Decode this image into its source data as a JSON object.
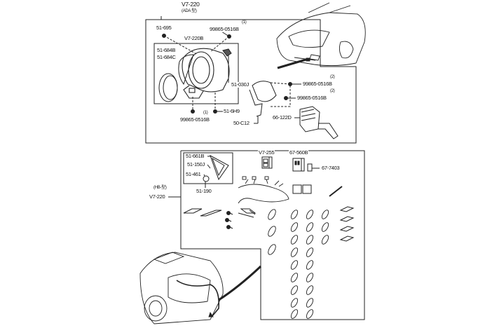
{
  "diagram": {
    "type": "exploded parts diagram",
    "top_group": {
      "kit_code": "V7-220",
      "kit_note": "(ADA 型)",
      "parts": [
        {
          "code": "51-695"
        },
        {
          "code": "99865-0516B",
          "qty": "(1)"
        },
        {
          "code": "V7-220B"
        },
        {
          "code": "51-684B"
        },
        {
          "code": "51-684C"
        },
        {
          "code": "51-030J"
        },
        {
          "code": "51-6H9"
        },
        {
          "code": "99865-0516B",
          "qty": "(1)"
        },
        {
          "code": "50-C12"
        },
        {
          "code": "99865-0516B",
          "qty": "(2)"
        },
        {
          "code": "99865-0516B",
          "qty": "(2)"
        },
        {
          "code": "66-122D"
        }
      ]
    },
    "bottom_group": {
      "kit_code": "V7-220",
      "kit_note": "(HB-型)",
      "parts": [
        {
          "code": "51-661B"
        },
        {
          "code": "51-150J"
        },
        {
          "code": "51-461"
        },
        {
          "code": "51-190"
        },
        {
          "code": "V7-255"
        },
        {
          "code": "67-560B"
        },
        {
          "code": "67-7403"
        }
      ]
    }
  }
}
